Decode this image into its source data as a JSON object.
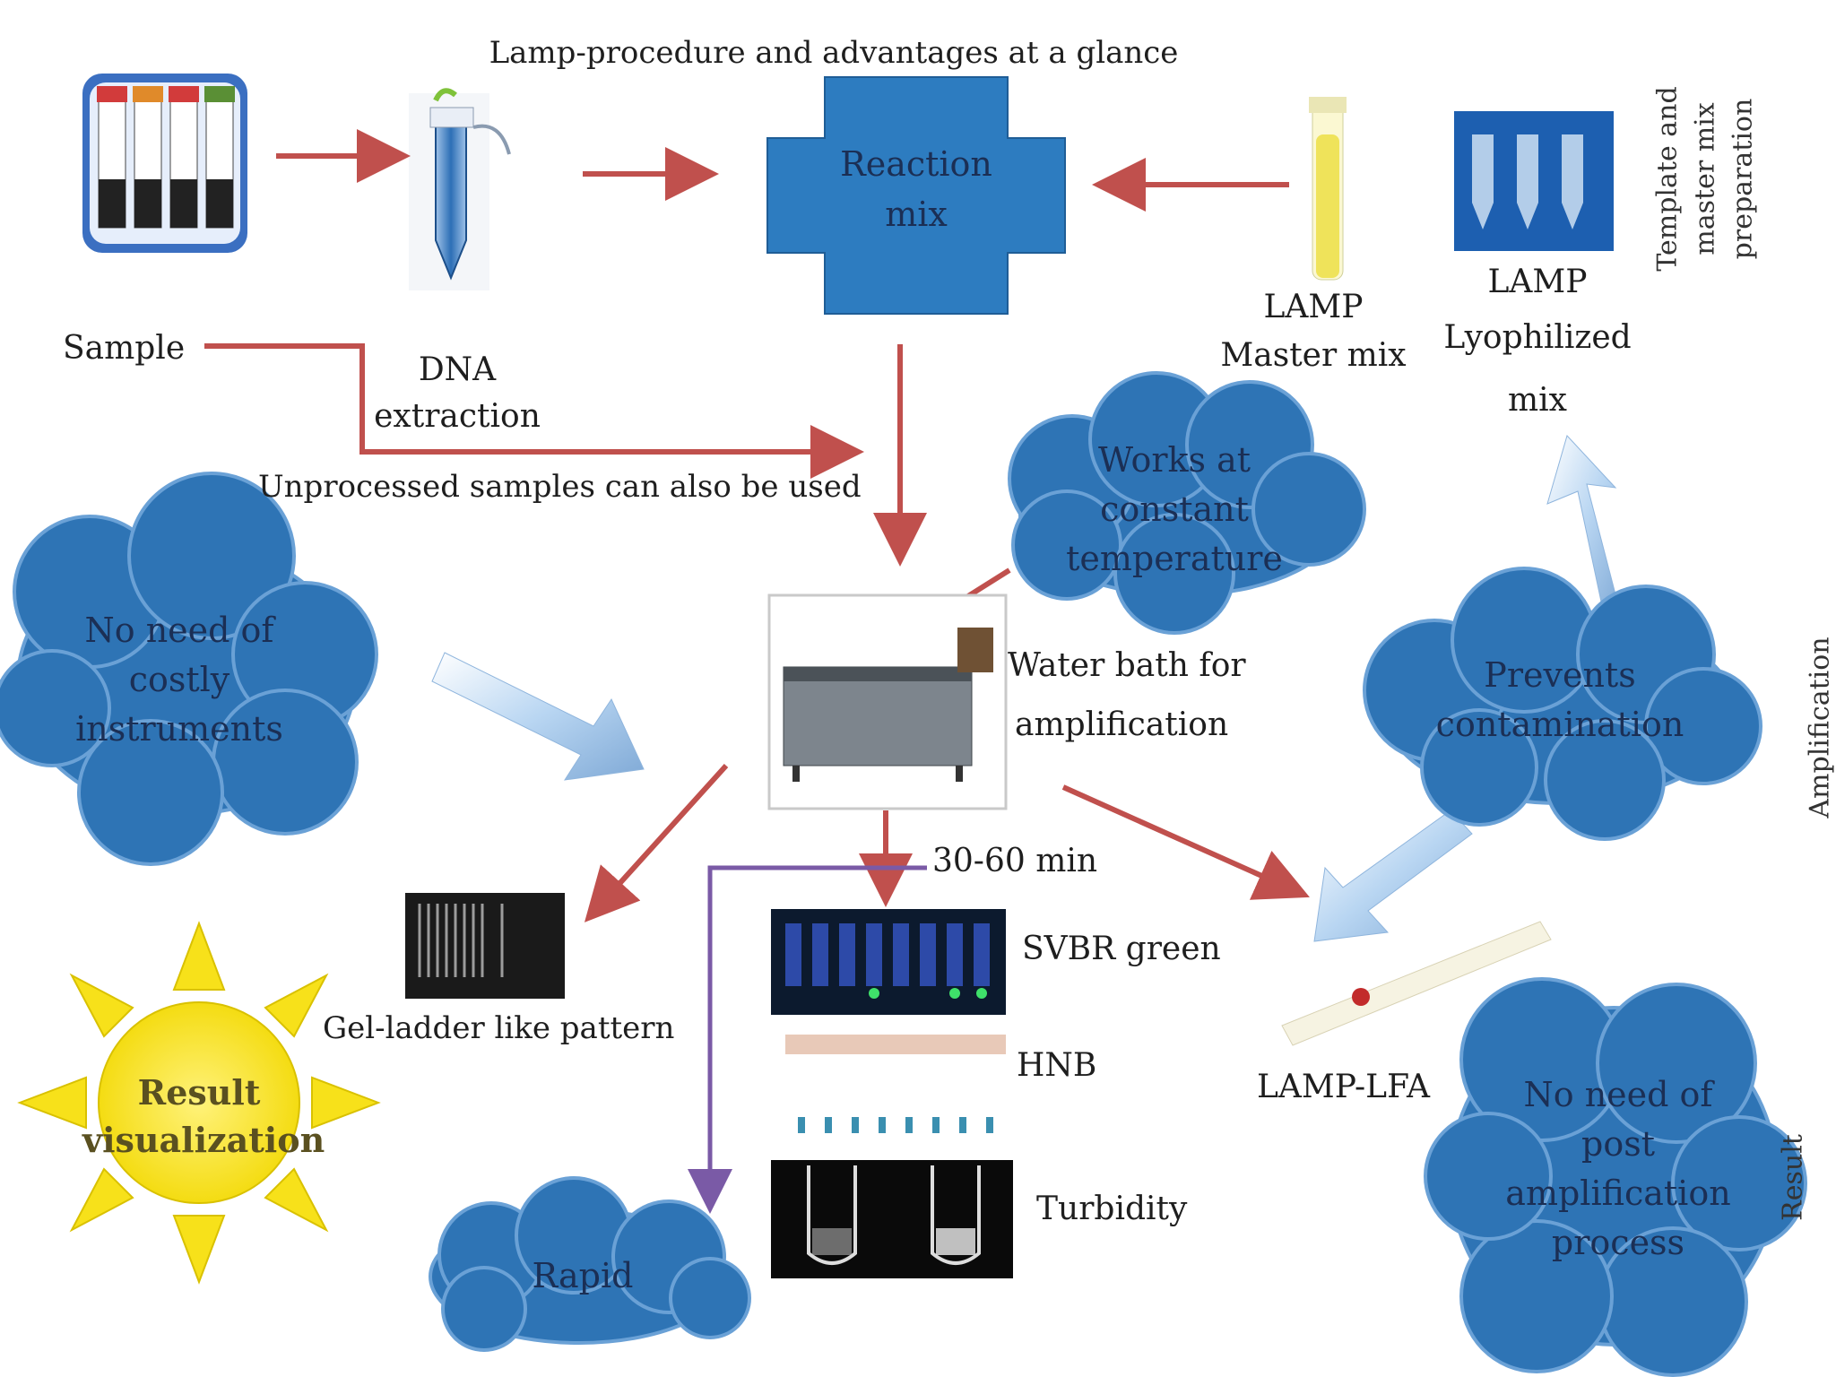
{
  "title": "Lamp-procedure and advantages at a glance",
  "nodes": {
    "sample": "Sample",
    "dna_extraction_1": "DNA",
    "dna_extraction_2": "extraction",
    "reaction_mix_1": "Reaction",
    "reaction_mix_2": "mix",
    "master_mix_1": "LAMP",
    "master_mix_2": "Master mix",
    "lyophilized_1": "LAMP",
    "lyophilized_2": "Lyophilized",
    "lyophilized_3": "mix",
    "unprocessed": "Unprocessed samples can also be used",
    "water_bath_1": "Water bath for",
    "water_bath_2": "amplification",
    "time": "30-60 min",
    "gel": "Gel-ladder like pattern",
    "svbr": "SVBR green",
    "hnb": "HNB",
    "turbidity": "Turbidity",
    "lamp_lfa": "LAMP-LFA"
  },
  "clouds": {
    "constant_temp": [
      "Works at",
      "constant",
      "temperature"
    ],
    "costly": [
      "No need of",
      "costly",
      "instruments"
    ],
    "contamination": [
      "Prevents",
      "contamination"
    ],
    "rapid": [
      "Rapid"
    ],
    "post_amp": [
      "No need of",
      "post",
      "amplification",
      "process"
    ]
  },
  "sun": [
    "Result",
    "visualization"
  ],
  "side_labels": {
    "template_1": "Template and",
    "template_2": "master mix",
    "template_3": "preparation",
    "amplification": "Amplification",
    "result": "Result"
  },
  "colors": {
    "arrow": "#c0504d",
    "cloud": "#2e74b5",
    "reaction_box": "#2d7cc0",
    "sun": "#f7e11a",
    "purple_line": "#7a5aa6"
  }
}
